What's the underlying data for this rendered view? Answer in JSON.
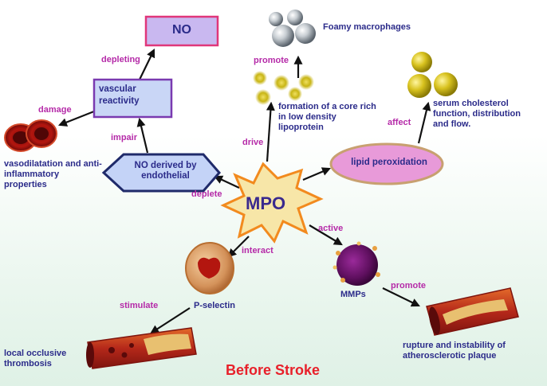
{
  "title": "Before Stroke",
  "center": "MPO",
  "boxes": {
    "no": "NO",
    "vascular": "vascular reactivity",
    "no_endothelial": "NO derived by endothelial",
    "lipid": "lipid peroxidation"
  },
  "verbs": {
    "depleting": "depleting",
    "damage": "damage",
    "impair": "impair",
    "promote_top": "promote",
    "drive": "drive",
    "affect": "affect",
    "deplete": "deplete",
    "active": "active",
    "interact": "interact",
    "stimulate": "stimulate",
    "promote_bottom": "promote"
  },
  "labels": {
    "foamy": "Foamy macrophages",
    "core": "formation of a core rich in low density lipoprotein",
    "cholesterol": "serum cholesterol function, distribution and flow.",
    "vaso": "vasodilatation and anti-inflammatory properties",
    "pselectin": "P-selectin",
    "mmps": "MMPs",
    "rupture": "rupture and instability of atherosclerotic plaque",
    "thrombosis": "local occlusive thrombosis"
  },
  "colors": {
    "verb": "#b52aa8",
    "label": "#2b2b8a",
    "title": "#e8202a",
    "no_box_fill": "#c9b8f0",
    "no_box_border": "#e0367a",
    "vascular_fill": "#c9d6f6",
    "vascular_border": "#7a3ab0",
    "hexagon_fill": "#c4d3f7",
    "hexagon_border": "#1f2a6a",
    "lipid_fill": "#e89ad9",
    "lipid_border": "#c8a070",
    "star_fill": "#f7e6a8",
    "star_border": "#f28a1e"
  }
}
